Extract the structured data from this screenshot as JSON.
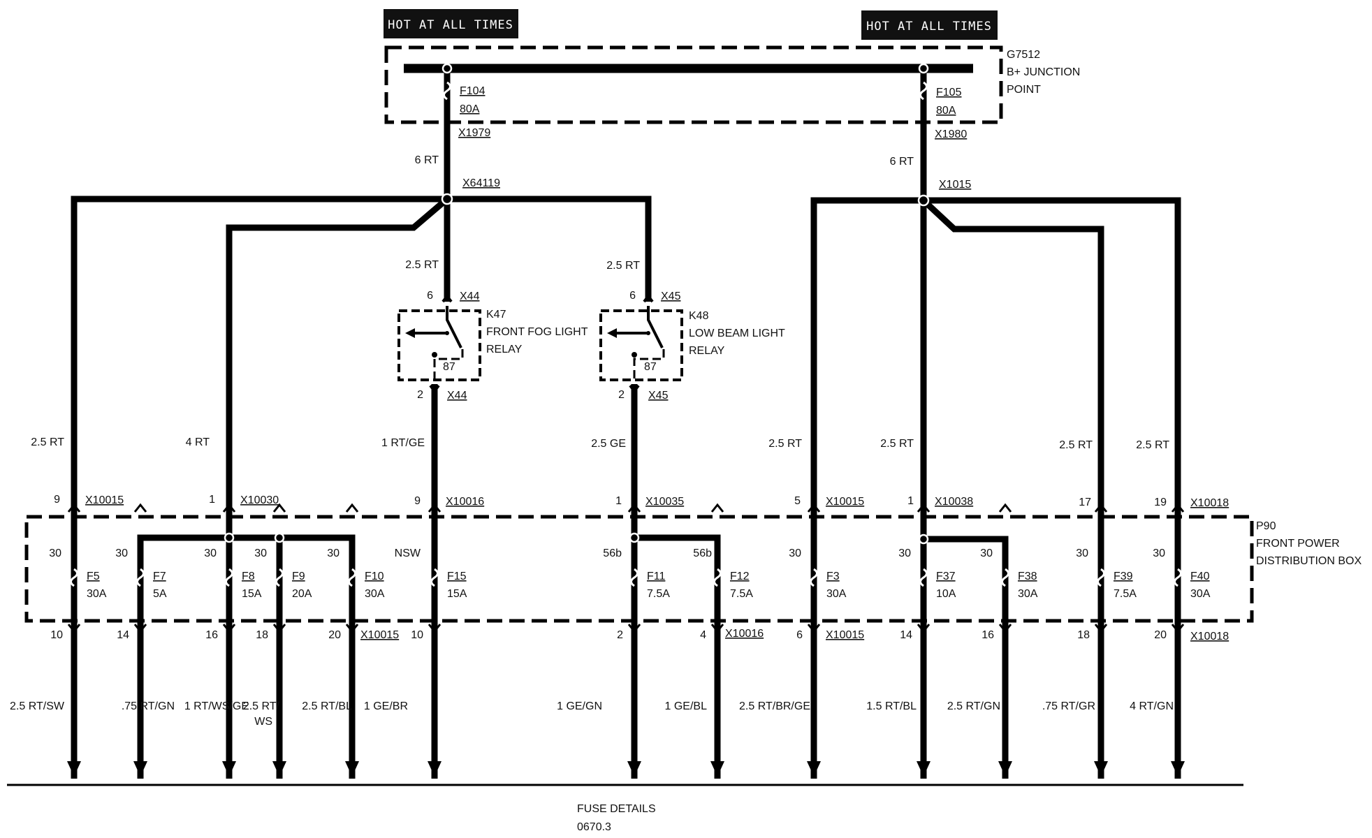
{
  "hot_labels": [
    "HOT AT ALL TIMES",
    "HOT AT ALL TIMES"
  ],
  "junction": {
    "id": "G7512",
    "line1": "B+ JUNCTION",
    "line2": "POINT"
  },
  "main_fuses": [
    {
      "id": "F104",
      "rating": "80A",
      "connector": "X1979",
      "wire": "6 RT",
      "splice": "X64119"
    },
    {
      "id": "F105",
      "rating": "80A",
      "connector": "X1980",
      "wire": "6 RT",
      "splice": "X1015"
    }
  ],
  "relays": [
    {
      "id": "K47",
      "line1": "FRONT FOG LIGHT",
      "line2": "RELAY",
      "pin_in": "6",
      "pin_out": "2",
      "pin_87": "87",
      "connector": "X44",
      "wire_in": "2.5 RT",
      "wire_out": "1 RT/GE"
    },
    {
      "id": "K48",
      "line1": "LOW BEAM LIGHT",
      "line2": "RELAY",
      "pin_in": "6",
      "pin_out": "2",
      "pin_87": "87",
      "connector": "X45",
      "wire_in": "2.5 RT",
      "wire_out": "2.5 GE"
    }
  ],
  "box": {
    "id": "P90",
    "line1": "FRONT POWER",
    "line2": "DISTRIBUTION BOX"
  },
  "input_wires": [
    "2.5 RT",
    "4 RT",
    "2.5 RT",
    "2.5 RT",
    "2.5 RT",
    "2.5 RT"
  ],
  "top_connectors": [
    {
      "pin": "9",
      "id": "X10015"
    },
    {
      "pin": "1",
      "id": "X10030"
    },
    {
      "pin": "9",
      "id": "X10016"
    },
    {
      "pin": "1",
      "id": "X10035"
    },
    {
      "pin": "5",
      "id": "X10015"
    },
    {
      "pin": "1",
      "id": "X10038"
    },
    {
      "pin": "17",
      "id": ""
    },
    {
      "pin": "19",
      "id": "X10018"
    }
  ],
  "fuses": [
    {
      "id": "F5",
      "rating": "30A",
      "terminal": "30",
      "pin_out": "10",
      "wire": "2.5 RT/SW"
    },
    {
      "id": "F7",
      "rating": "5A",
      "terminal": "30",
      "pin_out": "14",
      "wire": ".75 RT/GN"
    },
    {
      "id": "F8",
      "rating": "15A",
      "terminal": "30",
      "pin_out": "16",
      "wire": "1 RT/WS/GE"
    },
    {
      "id": "F9",
      "rating": "20A",
      "terminal": "30",
      "pin_out": "18",
      "wire": "2.5 RT/",
      "wire2": "WS"
    },
    {
      "id": "F10",
      "rating": "30A",
      "terminal": "30",
      "pin_out": "20",
      "wire": "2.5 RT/BL"
    },
    {
      "id": "F15",
      "rating": "15A",
      "terminal": "NSW",
      "pin_out": "10",
      "wire": "1 GE/BR"
    },
    {
      "id": "F11",
      "rating": "7.5A",
      "terminal": "56b",
      "pin_out": "2",
      "wire": "1 GE/GN"
    },
    {
      "id": "F12",
      "rating": "7.5A",
      "terminal": "56b",
      "pin_out": "4",
      "wire": "1 GE/BL"
    },
    {
      "id": "F3",
      "rating": "30A",
      "terminal": "30",
      "pin_out": "6",
      "wire": "2.5 RT/BR/GE"
    },
    {
      "id": "F37",
      "rating": "10A",
      "terminal": "30",
      "pin_out": "14",
      "wire": "1.5 RT/BL"
    },
    {
      "id": "F38",
      "rating": "30A",
      "terminal": "30",
      "pin_out": "16",
      "wire": "2.5 RT/GN"
    },
    {
      "id": "F39",
      "rating": "7.5A",
      "terminal": "30",
      "pin_out": "18",
      "wire": ".75 RT/GR"
    },
    {
      "id": "F40",
      "rating": "30A",
      "terminal": "30",
      "pin_out": "20",
      "wire": "4 RT/GN"
    }
  ],
  "bottom_connectors": [
    "X10015",
    "X10016",
    "X10015",
    "X10018"
  ],
  "footer": {
    "line1": "FUSE DETAILS",
    "line2": "0670.3"
  }
}
